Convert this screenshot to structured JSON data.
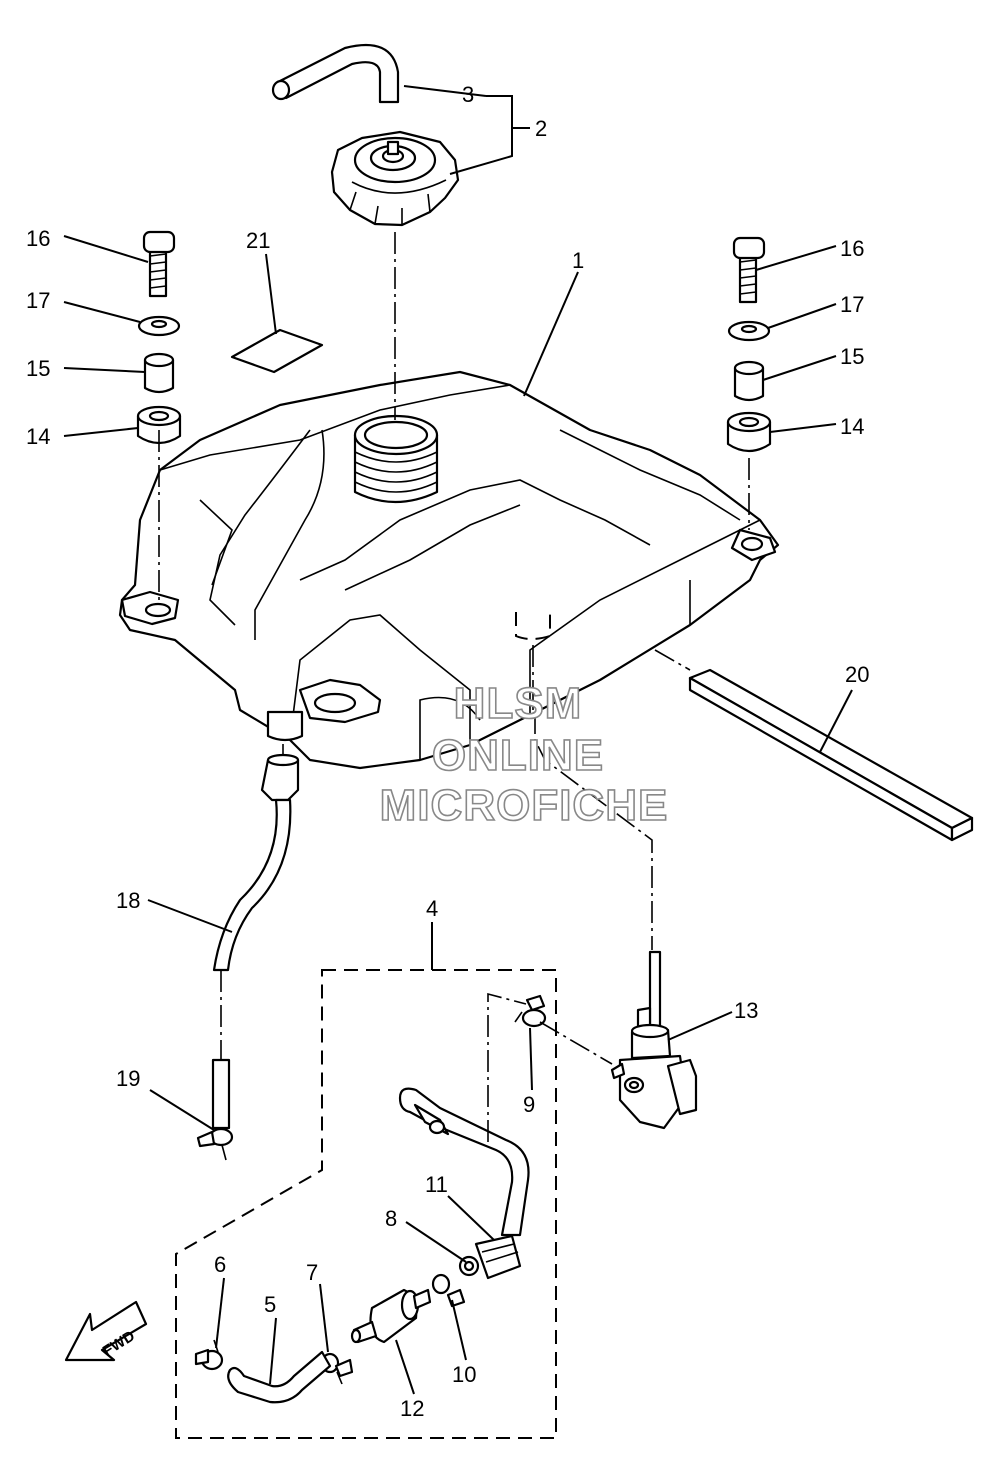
{
  "callouts": {
    "c1": "1",
    "c2": "2",
    "c3": "3",
    "c4": "4",
    "c5": "5",
    "c6": "6",
    "c7": "7",
    "c8": "8",
    "c9": "9",
    "c10": "10",
    "c11": "11",
    "c12": "12",
    "c13": "13",
    "c14_left": "14",
    "c14_right": "14",
    "c15_left": "15",
    "c15_right": "15",
    "c16_left": "16",
    "c16_right": "16",
    "c17_left": "17",
    "c17_right": "17",
    "c18": "18",
    "c19": "19",
    "c20": "20",
    "c21": "21"
  },
  "watermark": {
    "line1": "HLSM",
    "line2": "ONLINE",
    "line3": "MICROFICHE"
  },
  "fwd_label": "FWD",
  "icons": {
    "direction": "fwd-arrow-icon"
  }
}
